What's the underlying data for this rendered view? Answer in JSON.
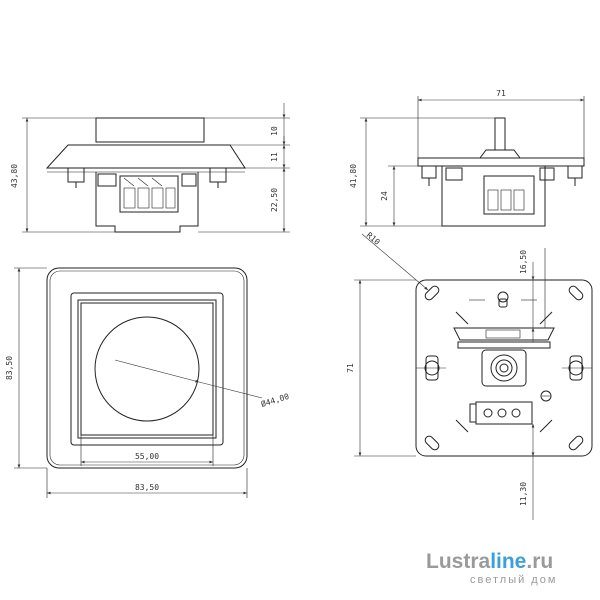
{
  "dimensions": {
    "side_cap_height": "10",
    "side_frame_height": "11",
    "side_body_depth": "22,50",
    "side_total_height": "43,80",
    "top_width": "71",
    "top_total_height": "41,80",
    "top_body_depth": "24",
    "front_diameter": "Ø44,00",
    "front_inner_width": "55,00",
    "front_outer_width": "83,50",
    "front_outer_height": "83,50",
    "back_radius": "R10",
    "back_offset_top": "16,50",
    "back_height": "71",
    "back_offset_bottom": "11,30"
  },
  "logo": {
    "part1": "Lustra",
    "part2": "line",
    "part3": ".ru",
    "subtitle": "светлый дом"
  }
}
